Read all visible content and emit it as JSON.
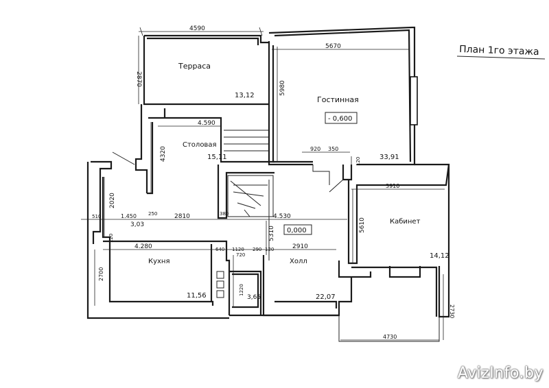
{
  "plan_title": "План 1го этажа",
  "rooms": {
    "terrace": {
      "name": "Терраса",
      "area": "13,12"
    },
    "living": {
      "name": "Гостинная",
      "level": "- 0,600",
      "area": "33,91"
    },
    "dining": {
      "name": "Столовая",
      "area": "15,11"
    },
    "office": {
      "name": "Кабинет",
      "area": "14,12"
    },
    "kitchen": {
      "name": "Кухня",
      "area": "11,56"
    },
    "hall": {
      "name": "Холл",
      "level": "0,000",
      "area": "22,07"
    },
    "bath": {
      "area": "3,65"
    },
    "pantry": {
      "area": "3,03"
    }
  },
  "dims": {
    "terrace_w": "4590",
    "terrace_h": "2870",
    "living_w": "5670",
    "living_h": "5980",
    "dining_w": "4.590",
    "dining_h": "4320",
    "d920": "920",
    "d350": "350",
    "d120a": "120",
    "office_w": "3910",
    "office_h": "5610",
    "left_h": "2020",
    "d510": "510",
    "d1450": "1.450",
    "d250": "250",
    "d2810": "2810",
    "d380": "380",
    "d4530": "4.530",
    "d5310": "5310",
    "kitchen_w": "4.280",
    "d640": "640",
    "d1120": "1120",
    "d290": "290",
    "d120b": "120",
    "hall_w": "2910",
    "kitchen_h": "2700",
    "d120c": "120",
    "bath_w": "720",
    "bath_h": "1220",
    "bottom_w": "4730",
    "bottom_h": "2730"
  },
  "watermark": "AvizInfo.by"
}
